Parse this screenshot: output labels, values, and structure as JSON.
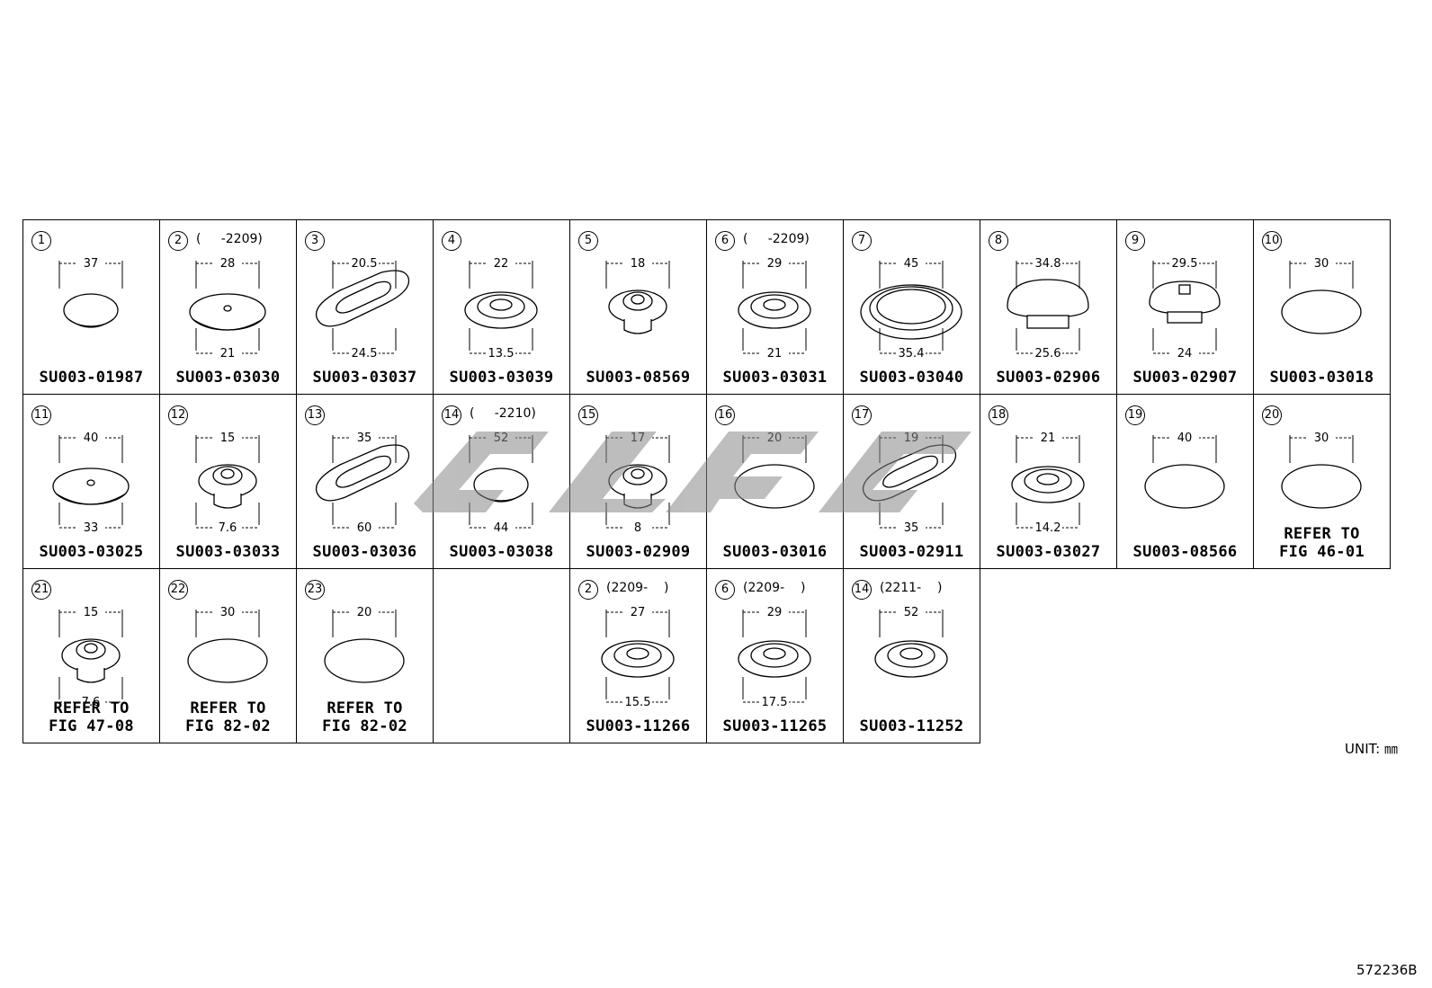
{
  "parts": [
    {
      "no": "1",
      "range": "",
      "part": "SU003-01987",
      "dims": [
        "37"
      ],
      "shape": "cap"
    },
    {
      "no": "2",
      "range": "(     -2209)",
      "part": "SU003-03030",
      "dims": [
        "28",
        "21"
      ],
      "shape": "dome-hole"
    },
    {
      "no": "3",
      "range": "",
      "part": "SU003-03037",
      "dims": [
        "20.5",
        "24.5"
      ],
      "shape": "oval-skew"
    },
    {
      "no": "4",
      "range": "",
      "part": "SU003-03039",
      "dims": [
        "22",
        "13.5"
      ],
      "shape": "ring"
    },
    {
      "no": "5",
      "range": "",
      "part": "SU003-08569",
      "dims": [
        "18"
      ],
      "shape": "boot"
    },
    {
      "no": "6",
      "range": "(     -2209)",
      "part": "SU003-03031",
      "dims": [
        "29",
        "21"
      ],
      "shape": "ring"
    },
    {
      "no": "7",
      "range": "",
      "part": "SU003-03040",
      "dims": [
        "45",
        "35.4"
      ],
      "shape": "big-ring"
    },
    {
      "no": "8",
      "range": "",
      "part": "SU003-02906",
      "dims": [
        "34.8",
        "25.6"
      ],
      "shape": "plug"
    },
    {
      "no": "9",
      "range": "",
      "part": "SU003-02907",
      "dims": [
        "29.5",
        "24"
      ],
      "shape": "plug-tab"
    },
    {
      "no": "10",
      "range": "",
      "part": "SU003-03018",
      "dims": [
        "30"
      ],
      "shape": "ellipse"
    },
    {
      "no": "11",
      "range": "",
      "part": "SU003-03025",
      "dims": [
        "40",
        "33"
      ],
      "shape": "dome-hole"
    },
    {
      "no": "12",
      "range": "",
      "part": "SU003-03033",
      "dims": [
        "15",
        "7.6"
      ],
      "shape": "boot"
    },
    {
      "no": "13",
      "range": "",
      "part": "SU003-03036",
      "dims": [
        "35",
        "60"
      ],
      "shape": "oval-skew"
    },
    {
      "no": "14",
      "range": "(     -2210)",
      "part": "SU003-03038",
      "dims": [
        "52",
        "44"
      ],
      "shape": "cap"
    },
    {
      "no": "15",
      "range": "",
      "part": "SU003-02909",
      "dims": [
        "17",
        "8"
      ],
      "shape": "boot"
    },
    {
      "no": "16",
      "range": "",
      "part": "SU003-03016",
      "dims": [
        "20"
      ],
      "shape": "ellipse"
    },
    {
      "no": "17",
      "range": "",
      "part": "SU003-02911",
      "dims": [
        "19",
        "35"
      ],
      "shape": "oval-skew"
    },
    {
      "no": "18",
      "range": "",
      "part": "SU003-03027",
      "dims": [
        "21",
        "14.2"
      ],
      "shape": "ring"
    },
    {
      "no": "19",
      "range": "",
      "part": "SU003-08566",
      "dims": [
        "40"
      ],
      "shape": "ellipse"
    },
    {
      "no": "20",
      "range": "",
      "part": "REFER TO\nFIG 46-01",
      "dims": [
        "30"
      ],
      "shape": "ellipse"
    },
    {
      "no": "21",
      "range": "",
      "part": "REFER TO\nFIG 47-08",
      "dims": [
        "15",
        "7.6"
      ],
      "shape": "boot"
    },
    {
      "no": "22",
      "range": "",
      "part": "REFER TO\nFIG 82-02",
      "dims": [
        "30"
      ],
      "shape": "ellipse"
    },
    {
      "no": "23",
      "range": "",
      "part": "REFER TO\nFIG 82-02",
      "dims": [
        "20"
      ],
      "shape": "ellipse"
    },
    {
      "no": "",
      "range": "",
      "part": "",
      "dims": [],
      "shape": "none"
    },
    {
      "no": "2",
      "range": "(2209-    )",
      "part": "SU003-11266",
      "dims": [
        "27",
        "15.5"
      ],
      "shape": "ring"
    },
    {
      "no": "6",
      "range": "(2209-    )",
      "part": "SU003-11265",
      "dims": [
        "29",
        "17.5"
      ],
      "shape": "ring"
    },
    {
      "no": "14",
      "range": "(2211-    )",
      "part": "SU003-11252",
      "dims": [
        "52"
      ],
      "shape": "ring"
    }
  ],
  "unit": "UNIT: ㎜",
  "code": "572236B"
}
